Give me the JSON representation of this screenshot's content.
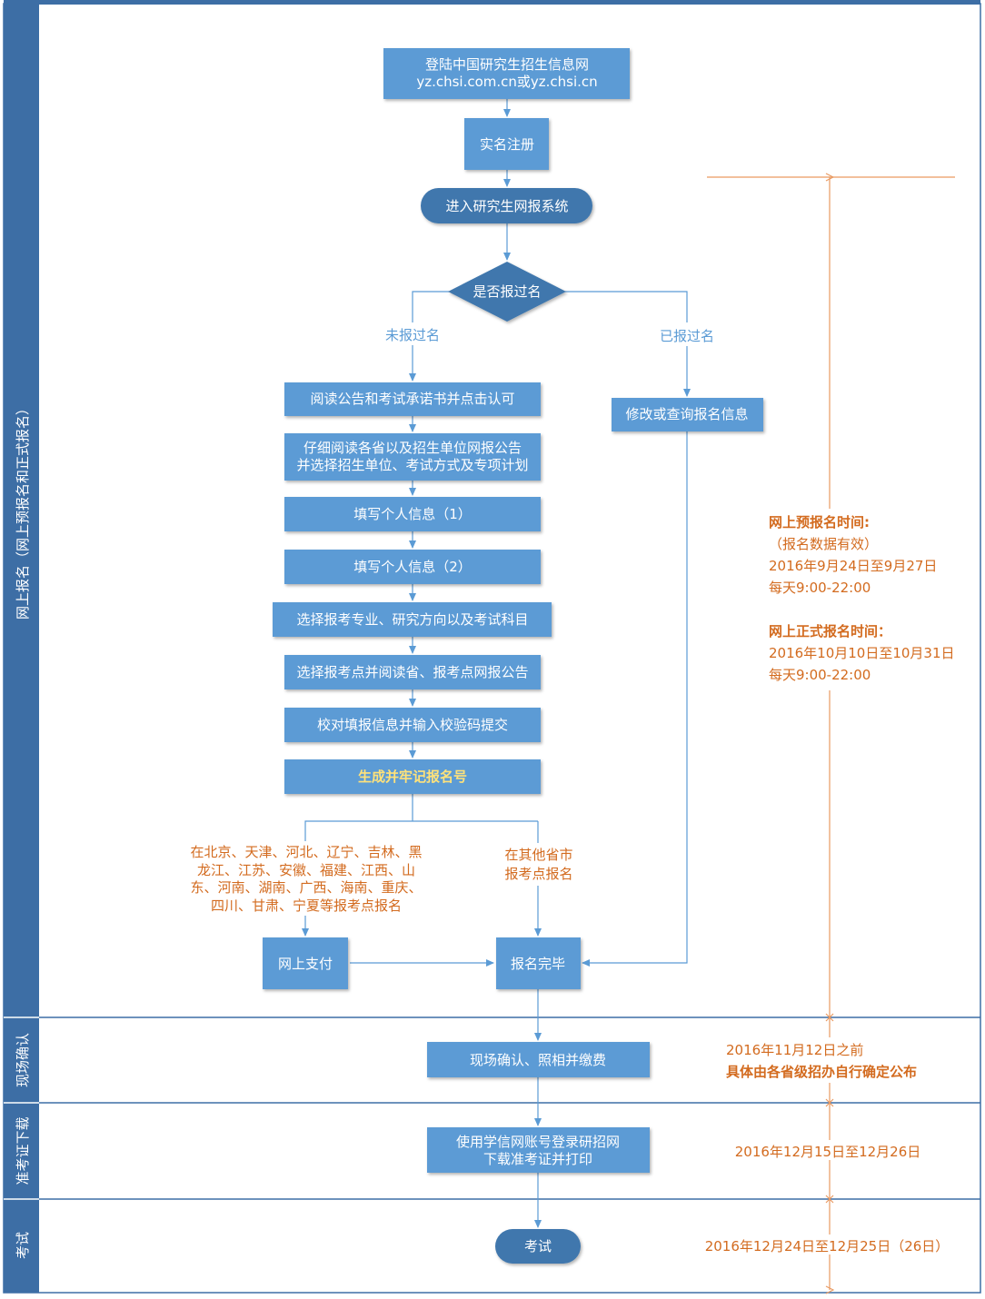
{
  "colors": {
    "node_fill": "#5b9bd5",
    "node_fill_dark": "#3f77ad",
    "lane_bar": "#3d6ea5",
    "connector": "#5b9bd5",
    "highlight_text": "#ffe27a",
    "note_text": "#d36b1f",
    "timeline": "#e99a62"
  },
  "lanes": [
    {
      "id": "online",
      "label": "网上报名（网上预报名和正式报名）"
    },
    {
      "id": "confirm",
      "label": "现场确认"
    },
    {
      "id": "ticket",
      "label": "准考证下载"
    },
    {
      "id": "exam",
      "label": "考试"
    }
  ],
  "nodes": {
    "login": [
      "登陆中国研究生招生信息网",
      "yz.chsi.com.cn或yz.chsi.cn"
    ],
    "register": [
      "实名注册"
    ],
    "enter": [
      "进入研究生网报系统"
    ],
    "decision": [
      "是否报过名"
    ],
    "read": [
      "阅读公告和考试承诺书并点击认可"
    ],
    "select_unit": [
      "仔细阅读各省以及招生单位网报公告",
      "并选择招生单位、考试方式及专项计划"
    ],
    "info1": [
      "填写个人信息（1）"
    ],
    "info2": [
      "填写个人信息（2）"
    ],
    "major": [
      "选择报考专业、研究方向以及考试科目"
    ],
    "site": [
      "选择报考点并阅读省、报考点网报公告"
    ],
    "verify": [
      "校对填报信息并输入校验码提交"
    ],
    "generate": [
      "生成并牢记报名号"
    ],
    "modify": [
      "修改或查询报名信息"
    ],
    "pay": [
      "网上支付"
    ],
    "done": [
      "报名完毕"
    ],
    "onsite": [
      "现场确认、照相并缴费"
    ],
    "download": [
      "使用学信网账号登录研招网",
      "下载准考证并打印"
    ],
    "exam": [
      "考试"
    ]
  },
  "edge_labels": {
    "not_registered": "未报过名",
    "registered": "已报过名",
    "provinces": [
      "在北京、天津、河北、辽宁、吉林、黑",
      "龙江、江苏、安徽、福建、江西、山",
      "东、河南、湖南、广西、海南、重庆、",
      "四川、甘肃、宁夏等报考点报名"
    ],
    "other": [
      "在其他省市",
      "报考点报名"
    ]
  },
  "notes": {
    "pre_title": "网上预报名时间:",
    "pre_sub": "（报名数据有效）",
    "pre_date": "2016年9月24日至9月27日",
    "pre_daily": "每天9:00-22:00",
    "formal_title": "网上正式报名时间：",
    "formal_date": "2016年10月10日至10月31日",
    "formal_daily": "每天9:00-22:00",
    "confirm_date": "2016年11月12日之前",
    "confirm_note": "具体由各省级招办自行确定公布",
    "ticket_date": "2016年12月15日至12月26日",
    "exam_date": "2016年12月24日至12月25日（26日）"
  }
}
